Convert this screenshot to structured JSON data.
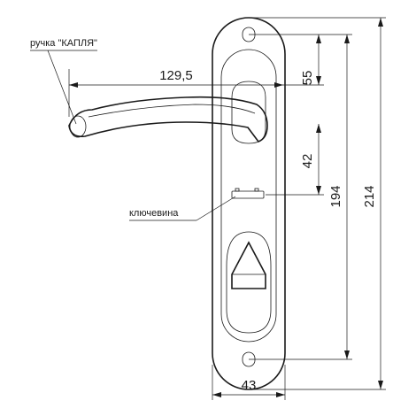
{
  "labels": {
    "handle": "ручка \"КАПЛЯ\"",
    "key_slot": "ключевина"
  },
  "dimensions": {
    "handle_length": "129,5",
    "top_to_handle": "55",
    "handle_to_key": "42",
    "key_hole_span": "194",
    "plate_height": "214",
    "plate_width": "43"
  }
}
